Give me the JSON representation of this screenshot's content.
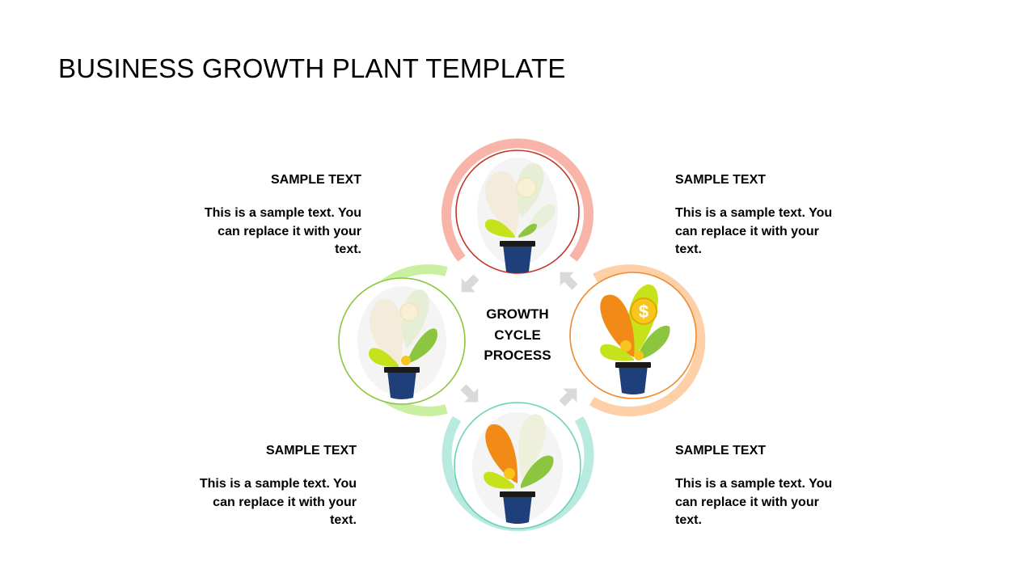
{
  "title": "BUSINESS GROWTH PLANT TEMPLATE",
  "center_label": [
    "GROWTH",
    "CYCLE",
    "PROCESS"
  ],
  "blocks": [
    {
      "heading": "SAMPLE TEXT",
      "body": "This is a sample text. You can replace it with your text."
    },
    {
      "heading": "SAMPLE TEXT",
      "body": "This is a sample text. You can replace it with your text."
    },
    {
      "heading": "SAMPLE TEXT",
      "body": "This is a sample text. You can replace it with your text."
    },
    {
      "heading": "SAMPLE TEXT",
      "body": "This is a sample text. You can replace it with your text."
    }
  ],
  "stages": [
    {
      "name": "top",
      "ring_color": "#f8b4a8",
      "inner_border": "#c0392b"
    },
    {
      "name": "left",
      "ring_color": "#c9f0a0",
      "inner_border": "#8cc63f"
    },
    {
      "name": "right",
      "ring_color": "#fdd0a8",
      "inner_border": "#f2892e"
    },
    {
      "name": "bottom",
      "ring_color": "#b9eadf",
      "inner_border": "#6fcfb8"
    }
  ],
  "colors": {
    "arrow": "#d9d9d9",
    "pot": "#1f3f7a",
    "pot_rim": "#1a1a1a",
    "leaf_orange": "#f28a17",
    "leaf_green": "#8cc63f",
    "leaf_lime": "#c5e21b",
    "coin": "#f7c51e"
  }
}
